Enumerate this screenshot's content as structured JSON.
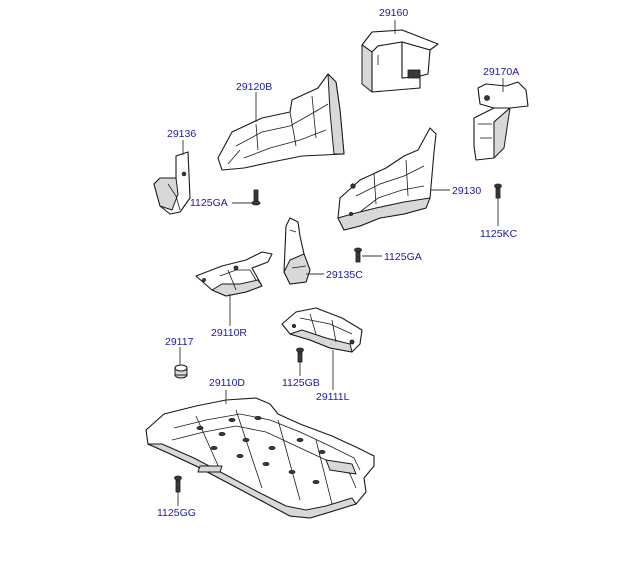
{
  "labels": {
    "p29160": "29160",
    "p29120B": "29120B",
    "p29170A": "29170A",
    "p29136": "29136",
    "p1125GA_left": "1125GA",
    "p29130": "29130",
    "p1125KC": "1125KC",
    "p1125GA_right": "1125GA",
    "p29135C": "29135C",
    "p29110R": "29110R",
    "p29117": "29117",
    "p1125GB": "1125GB",
    "p29111L": "29111L",
    "p29110D": "29110D",
    "p1125GG": "1125GG"
  },
  "colors": {
    "label_text": "#1a1aa0",
    "line": "#1a1a1a",
    "shade": "#d8d8d8"
  }
}
